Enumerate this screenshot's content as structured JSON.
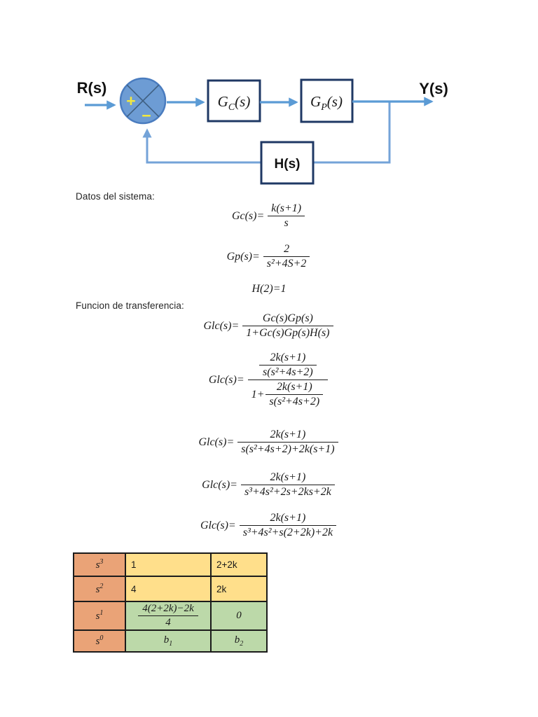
{
  "sections": {
    "datos_label": "Datos del sistema:",
    "funcion_label": "Funcion de transferencia:"
  },
  "diagram": {
    "input_label": "R(s)",
    "output_label": "Y(s)",
    "plus": "+",
    "minus": "−",
    "gc": {
      "base": "G",
      "sub": "C",
      "args": "(s)"
    },
    "gp": {
      "base": "G",
      "sub": "P",
      "args": "(s)"
    },
    "h_label": "H(s)",
    "colors": {
      "node_fill": "#6D9CD4",
      "node_stroke": "#4A7CBF",
      "arrow": "#5B9BD5",
      "loop": "#74A3D8",
      "box_border": "#1F3864",
      "sign": "#F2E83F"
    }
  },
  "equations": {
    "gc": {
      "lhs": "Gc(s)=",
      "num": "k(s+1)",
      "den": "s"
    },
    "gp": {
      "lhs": "Gp(s)=",
      "num": "2",
      "den": "s²+4S+2"
    },
    "h": {
      "text": "H(2)=1"
    },
    "glc1": {
      "lhs": "Glc(s)=",
      "num": "Gc(s)Gp(s)",
      "den": "1+Gc(s)Gp(s)H(s)"
    },
    "glc2": {
      "lhs": "Glc(s)=",
      "num_frac": {
        "num": "2k(s+1)",
        "den": "s(s²+4s+2)"
      },
      "den_prefix": "1+",
      "den_frac": {
        "num": "2k(s+1)",
        "den": "s(s²+4s+2)"
      }
    },
    "glc3": {
      "lhs": "Glc(s)=",
      "num": "2k(s+1)",
      "den": "s(s²+4s+2)+2k(s+1)"
    },
    "glc4": {
      "lhs": "Glc(s)=",
      "num": "2k(s+1)",
      "den": "s³+4s²+2s+2ks+2k"
    },
    "glc5": {
      "lhs": "Glc(s)=",
      "num": "2k(s+1)",
      "den": "s³+4s²+s(2+2k)+2k"
    }
  },
  "routh": {
    "colors": {
      "header_col": "#EAA377",
      "upper_rows": "#FFDF8B",
      "lower_rows": "#BCD9A9"
    },
    "rows": [
      {
        "label_base": "s",
        "label_exp": "3",
        "c1": "1",
        "c2": "2+2k"
      },
      {
        "label_base": "s",
        "label_exp": "2",
        "c1": "4",
        "c2": "2k"
      },
      {
        "label_base": "s",
        "label_exp": "1",
        "c1_frac": {
          "num": "4(2+2k)−2k",
          "den": "4"
        },
        "c2": "0"
      },
      {
        "label_base": "s",
        "label_exp": "0",
        "c1_base": "b",
        "c1_sub": "1",
        "c2_base": "b",
        "c2_sub": "2"
      }
    ]
  }
}
